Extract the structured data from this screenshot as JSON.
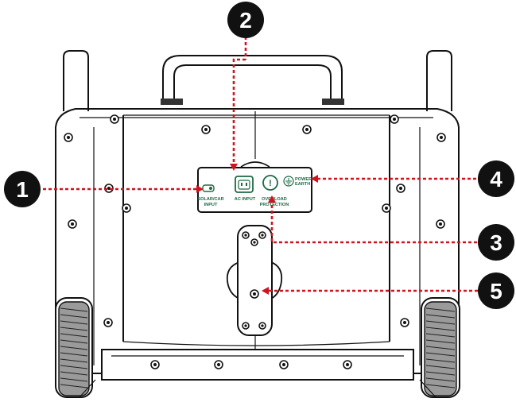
{
  "panel": {
    "labels": {
      "solar": [
        "SOLAR/CAR",
        "INPUT"
      ],
      "ac": "AC INPUT",
      "overload": [
        "OVERLOAD",
        "PROTECTION"
      ],
      "earth": [
        "POWER",
        "EARTH"
      ]
    },
    "overload_symbol": "!",
    "accent_color": "#1c6a45"
  },
  "callouts": [
    {
      "number": "1"
    },
    {
      "number": "2"
    },
    {
      "number": "3"
    },
    {
      "number": "4"
    },
    {
      "number": "5"
    }
  ],
  "colors": {
    "guide_line": "#d0141e",
    "outline": "#111111",
    "callout_fill": "#111111"
  }
}
